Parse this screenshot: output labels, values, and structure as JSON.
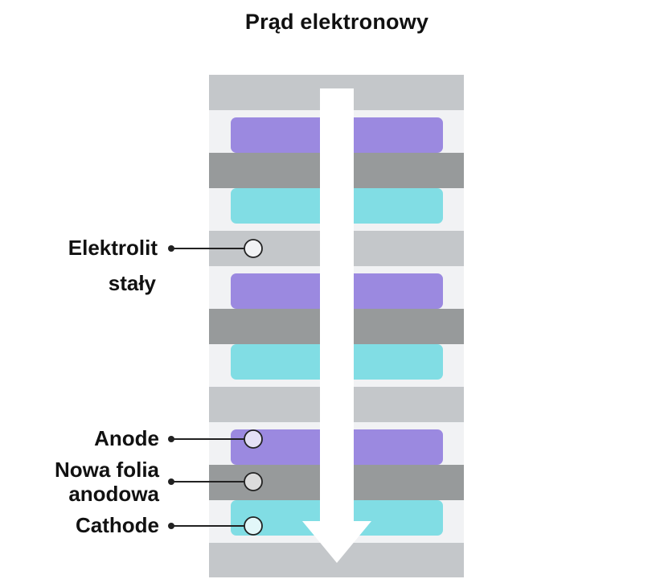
{
  "title": "Prąd elektronowy",
  "labels": {
    "solid_electrolyte_line1": "Elektrolit",
    "solid_electrolyte_line2": "stały",
    "anode": "Anode",
    "new_anode_foil_line1": "Nowa folia",
    "new_anode_foil_line2": "anodowa",
    "cathode": "Cathode"
  },
  "colors": {
    "separator": "#c4c7ca",
    "background_band": "#f1f2f4",
    "anode": "#9b89e0",
    "anode_foil": "#979a9b",
    "cathode": "#81dde4",
    "arrow": "#ffffff",
    "leader_line": "#222222"
  },
  "icons": [
    "down-arrow-icon",
    "callout-dot-icon"
  ]
}
